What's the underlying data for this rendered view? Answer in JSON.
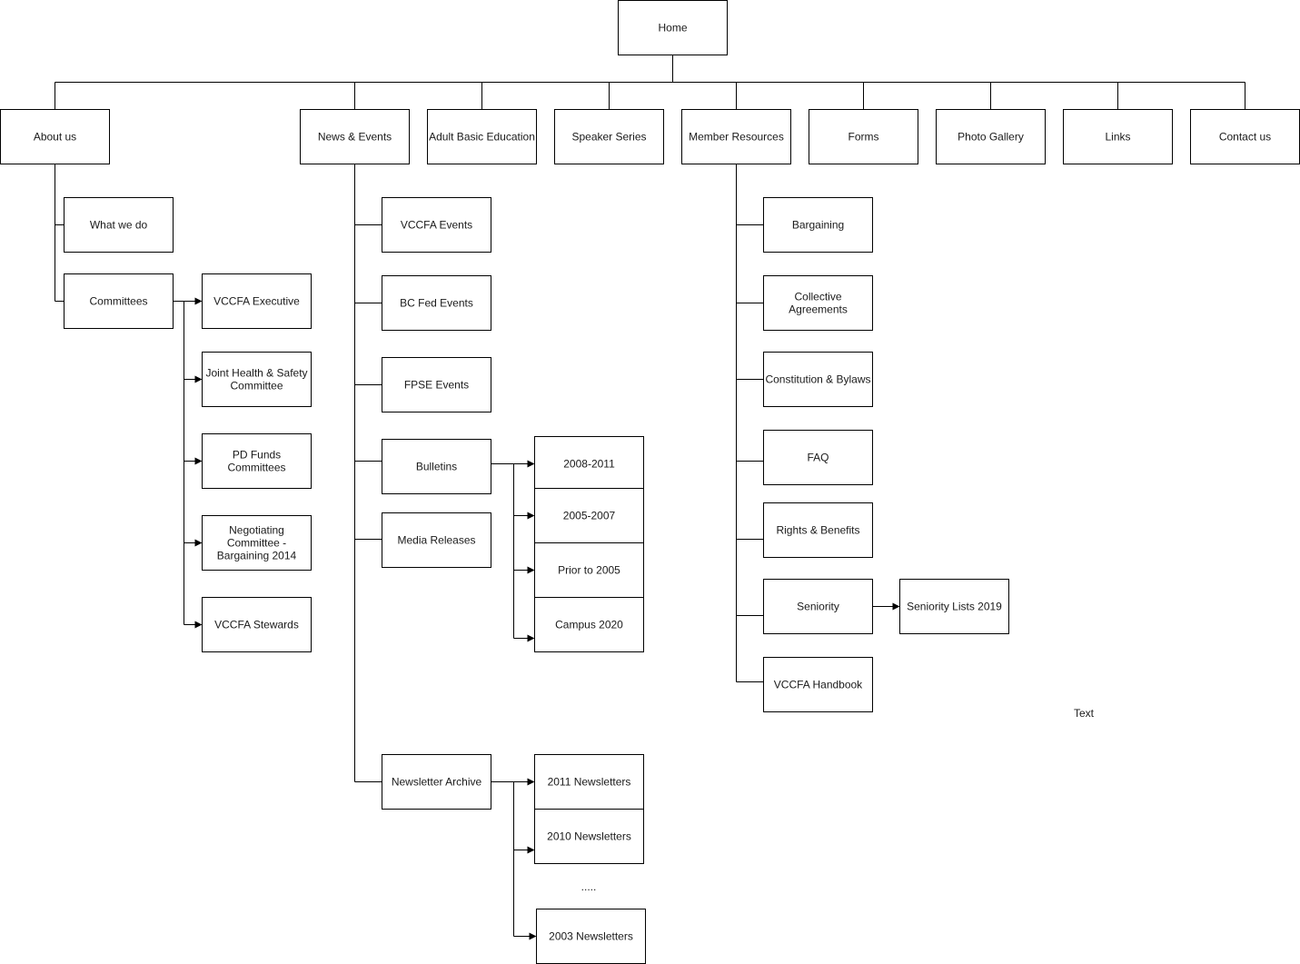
{
  "diagram": {
    "nodes": {
      "home": "Home",
      "about_us": "About us",
      "news_events": "News & Events",
      "adult_basic_education": "Adult Basic Education",
      "speaker_series": "Speaker Series",
      "member_resources": "Member Resources",
      "forms": "Forms",
      "photo_gallery": "Photo Gallery",
      "links": "Links",
      "contact_us": "Contact us",
      "what_we_do": "What we do",
      "committees": "Committees",
      "vccfa_executive": "VCCFA Executive",
      "joint_health_safety": [
        "Joint Health & Safety",
        "Committee"
      ],
      "pd_funds": [
        "PD Funds",
        "Committees"
      ],
      "negotiating_committee": [
        "Negotiating",
        "Committee -",
        "Bargaining 2014"
      ],
      "vccfa_stewards": "VCCFA Stewards",
      "vccfa_events": "VCCFA Events",
      "bc_fed_events": "BC Fed Events",
      "fpse_events": "FPSE Events",
      "bulletins": "Bulletins",
      "media_releases": "Media Releases",
      "newsletter_archive": "Newsletter Archive",
      "bulletins_2008_2011": "2008-2011",
      "bulletins_2005_2007": "2005-2007",
      "bulletins_prior_2005": "Prior to 2005",
      "campus_2020": "Campus 2020",
      "newsletters_2011": "2011 Newsletters",
      "newsletters_2010": "2010 Newsletters",
      "newsletters_2003": "2003 Newsletters",
      "bargaining": "Bargaining",
      "collective_agreements": [
        "Collective",
        "Agreements"
      ],
      "constitution_bylaws": "Constitution & Bylaws",
      "faq": "FAQ",
      "rights_benefits": "Rights & Benefits",
      "seniority": "Seniority",
      "seniority_lists_2019": "Seniority Lists 2019",
      "vccfa_handbook": "VCCFA Handbook"
    },
    "free_labels": {
      "ellipsis": ".....",
      "text": "Text"
    }
  }
}
